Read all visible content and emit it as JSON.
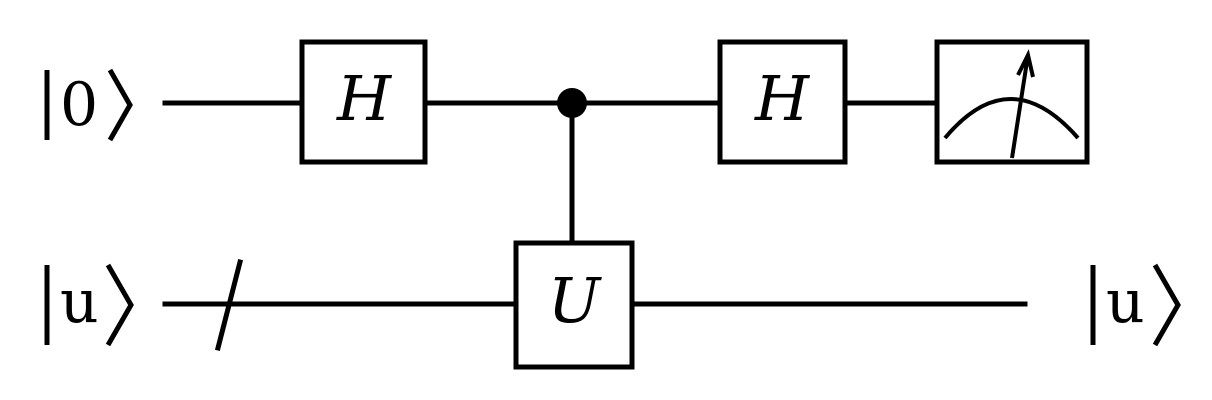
{
  "inputs": {
    "top": "0",
    "bottom": "u"
  },
  "output": {
    "bottom": "u"
  },
  "gates": {
    "h1": "H",
    "u": "U",
    "h2": "H"
  },
  "measurement": {
    "icon": "meter-icon"
  }
}
